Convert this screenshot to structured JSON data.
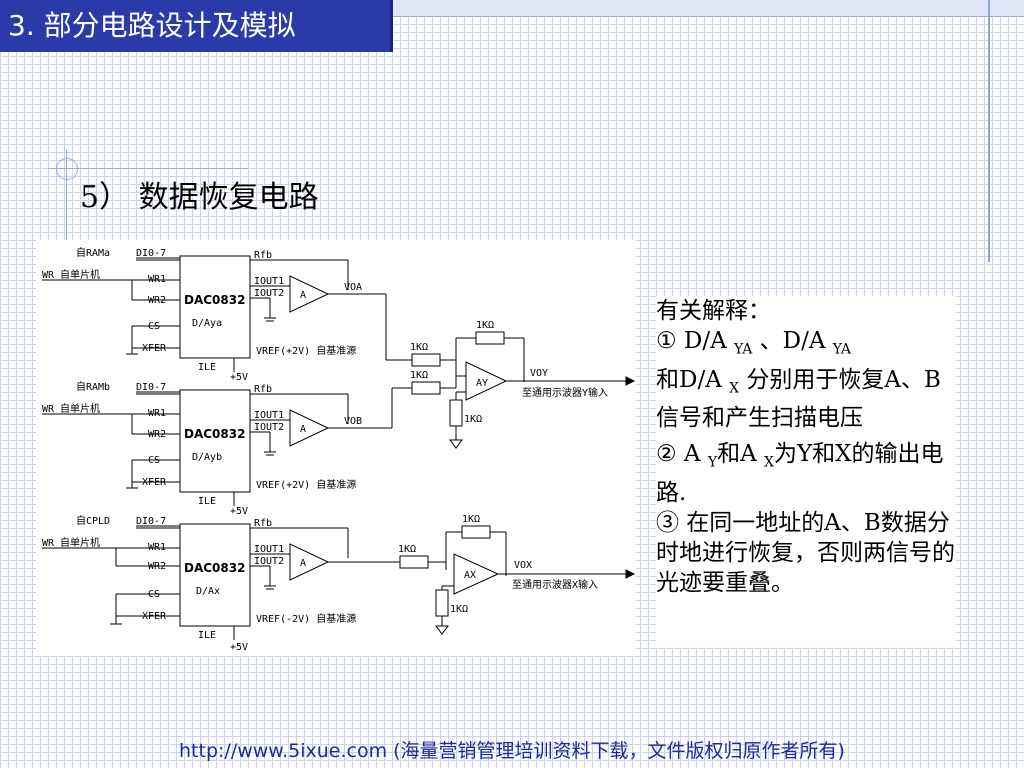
{
  "slide": {
    "title": "3. 部分电路设计及模拟",
    "subheading": "5）  数据恢复电路"
  },
  "explanation": {
    "heading": "有关解释：",
    "item1_prefix": "①  D/A ",
    "item1_sub1": "YA",
    "item1_mid": " 、D/A ",
    "item1_sub2": "YA",
    "item1_line2a": "和D/A ",
    "item1_sub3": "X",
    "item1_line2b": " 分别用于恢复A、B信号和产生扫描电压",
    "item2_prefix": "②  A ",
    "item2_sub1": "Y",
    "item2_mid": "和A ",
    "item2_sub2": "X",
    "item2_rest": "为Y和X的输出电路.",
    "item3": "③  在同一地址的A、B数据分时地进行恢复，否则两信号的光迹要重叠。"
  },
  "circuit": {
    "blocks": [
      {
        "source": "自RAMa",
        "bus": "DI0-7",
        "wr_label": "WR 自单片机",
        "chip": "DAC0832",
        "chip_sub": "D/Aya",
        "vref": "VREF(+2V) 自基准源",
        "opamp": "A",
        "out": "VOA"
      },
      {
        "source": "自RAMb",
        "bus": "DI0-7",
        "wr_label": "WR 自单片机",
        "chip": "DAC0832",
        "chip_sub": "D/Ayb",
        "vref": "VREF(+2V) 自基准源",
        "opamp": "A",
        "out": "VOB"
      },
      {
        "source": "自CPLD",
        "bus": "DI0-7",
        "wr_label": "WR 自单片机",
        "chip": "DAC0832",
        "chip_sub": "D/Ax",
        "vref": "VREF(-2V) 自基准源",
        "opamp": "A",
        "out": ""
      }
    ],
    "pins": [
      "WR1",
      "WR2",
      "CS",
      "XFER",
      "IOUT1",
      "IOUT2",
      "Rfb",
      "ILE",
      "+5V"
    ],
    "resistor": "1KΩ",
    "sum_amp_y": "AY",
    "sum_amp_x": "AX",
    "out_y": "VOY",
    "out_x": "VOX",
    "to_scope_y": "至通用示波器Y输入",
    "to_scope_x": "至通用示波器X输入"
  },
  "footer": {
    "text": "http://www.5ixue.com (海量营销管理培训资料下载，文件版权归原作者所有)"
  }
}
